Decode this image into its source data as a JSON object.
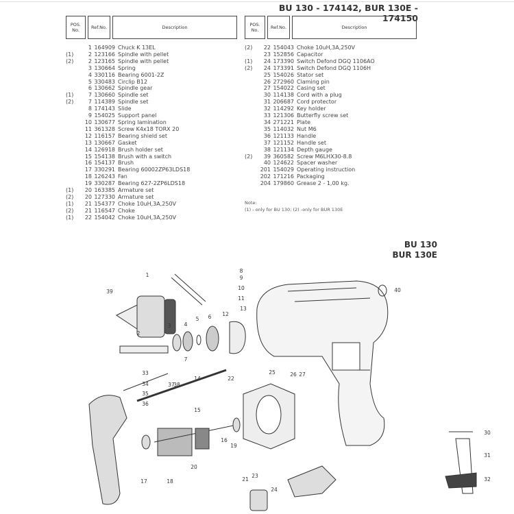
{
  "title": "BU 130 - 174142, BUR 130E - 174150",
  "headers": {
    "pos": "POS. No.",
    "ref": "Ref.No.",
    "desc": "Description"
  },
  "left_rows": [
    [
      "",
      "1",
      "164909",
      "Chuck  K 13EL"
    ],
    [
      "(1)",
      "2",
      "123166",
      "Spindle with pellet"
    ],
    [
      "(2)",
      "2",
      "123165",
      "Spindle with pellet"
    ],
    [
      "",
      "3",
      "130664",
      "Spring"
    ],
    [
      "",
      "4",
      "330116",
      "Bearing 6001-2Z"
    ],
    [
      "",
      "5",
      "330483",
      "Circlip B12"
    ],
    [
      "",
      "6",
      "130662",
      "Spindle gear"
    ],
    [
      "(1)",
      "7",
      "130660",
      "Spindle set"
    ],
    [
      "(2)",
      "7",
      "114389",
      "Spindle set"
    ],
    [
      "",
      "8",
      "174143",
      "Slide"
    ],
    [
      "",
      "9",
      "154025",
      "Support panel"
    ],
    [
      "",
      "10",
      "130677",
      "Spring lamination"
    ],
    [
      "",
      "11",
      "361328",
      "Screw K4x18 TORX 20"
    ],
    [
      "",
      "12",
      "116157",
      "Bearing shield set"
    ],
    [
      "",
      "13",
      "130667",
      "Gasket"
    ],
    [
      "",
      "14",
      "126918",
      "Brush holder set"
    ],
    [
      "",
      "15",
      "154138",
      "Brush with a switch"
    ],
    [
      "",
      "16",
      "154137",
      "Brush"
    ],
    [
      "",
      "17",
      "330291",
      "Bearing  60002ZP63LDS18"
    ],
    [
      "",
      "18",
      "126243",
      "Fan"
    ],
    [
      "",
      "19",
      "330287",
      "Bearing 627-2ZP6LDS18"
    ],
    [
      "(1)",
      "20",
      "163385",
      "Armature set"
    ],
    [
      "(2)",
      "20",
      "127330",
      "Armature set"
    ],
    [
      "(1)",
      "21",
      "154377",
      "Choke  10uH,3A,250V"
    ],
    [
      "(2)",
      "21",
      "116547",
      "Choke"
    ],
    [
      "(1)",
      "22",
      "154042",
      "Choke  10uH,3A,250V"
    ]
  ],
  "right_rows": [
    [
      "(2)",
      "22",
      "154043",
      "Choke  10uH,3A,250V"
    ],
    [
      "",
      "23",
      "152856",
      "Capacitor"
    ],
    [
      "(1)",
      "24",
      "173390",
      "Switch Defond DGQ 1106AO"
    ],
    [
      "(2)",
      "24",
      "173391",
      "Switch Defond DGQ 1106H"
    ],
    [
      "",
      "25",
      "154026",
      "Stator set"
    ],
    [
      "",
      "26",
      "272960",
      "Claming pin"
    ],
    [
      "",
      "27",
      "154022",
      "Casing set"
    ],
    [
      "",
      "30",
      "114138",
      "Cord with a plug"
    ],
    [
      "",
      "31",
      "206687",
      "Cord protector"
    ],
    [
      "",
      "32",
      "114292",
      "Key holder"
    ],
    [
      "",
      "33",
      "121306",
      "Butterfly screw set"
    ],
    [
      "",
      "34",
      "271221",
      "Plate"
    ],
    [
      "",
      "35",
      "114032",
      "Nut M6"
    ],
    [
      "",
      "36",
      "121133",
      "Handle"
    ],
    [
      "",
      "37",
      "121152",
      "Handle set"
    ],
    [
      "",
      "38",
      "121134",
      "Depth gauge"
    ],
    [
      "(2)",
      "39",
      "360582",
      "Screw M6LHX30-8.8"
    ],
    [
      "",
      "40",
      "124622",
      "Spacer washer"
    ],
    [
      "",
      "201",
      "154029",
      "Operating instruction"
    ],
    [
      "",
      "202",
      "171216",
      "Packaging"
    ],
    [
      "",
      "204",
      "179860",
      "Grease 2 - 1,00 kg."
    ]
  ],
  "note": {
    "label": "Note:",
    "text": "(1) -  only for BU 130; (2) -only for BUR 130E"
  },
  "models": [
    "BU 130",
    "BUR 130E"
  ],
  "callouts": [
    "1",
    "39",
    "2",
    "3",
    "4",
    "5",
    "6",
    "7",
    "12",
    "13",
    "11",
    "10",
    "9",
    "8",
    "40",
    "22",
    "14",
    "15",
    "16",
    "17",
    "18",
    "19",
    "20",
    "21",
    "23",
    "24",
    "25",
    "26",
    "27",
    "30",
    "31",
    "32",
    "33",
    "34",
    "35",
    "36",
    "37",
    "38"
  ]
}
